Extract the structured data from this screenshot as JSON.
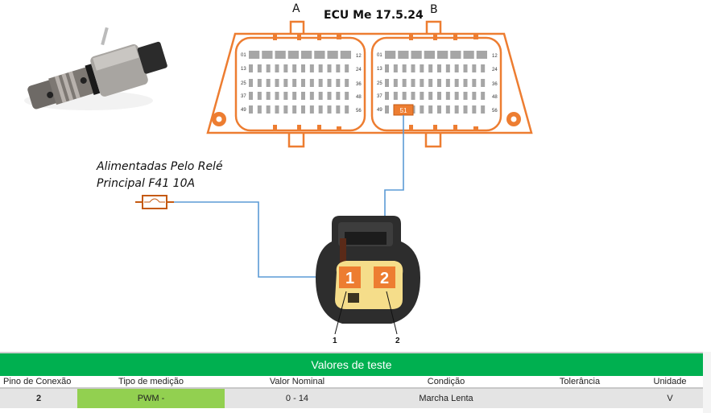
{
  "ecu": {
    "title": "ECU Me 17.5.24",
    "connector_a_label": "A",
    "connector_b_label": "B",
    "row_labels_left": [
      "01",
      "13",
      "25",
      "37",
      "49"
    ],
    "row_labels_right": [
      "12",
      "24",
      "36",
      "48",
      "56"
    ],
    "highlighted_pin": "51",
    "highlighted_pin_connector": "B",
    "accent_color": "#ed7d31",
    "pin_color": "#a6a6a6"
  },
  "power": {
    "caption_line1": "Alimentadas Pelo Relé",
    "caption_line2": "Principal F41 10A",
    "fuse_icon": "fuse-icon"
  },
  "component": {
    "photo": "vvt-solenoid-valve-photo",
    "connector_photo": "two-pin-connector-photo",
    "pins": [
      {
        "label": "1",
        "leader": "1"
      },
      {
        "label": "2",
        "leader": "2"
      }
    ],
    "wire_color": "#5b9bd5"
  },
  "table": {
    "title": "Valores de teste",
    "columns": [
      "Pino de Conexão",
      "Tipo de medição",
      "Valor Nominal",
      "Condição",
      "Tolerância",
      "Unidade"
    ],
    "rows": [
      [
        "2",
        "PWM -",
        "0 - 14",
        "Marcha Lenta",
        "",
        "V"
      ]
    ],
    "header_color": "#00b050",
    "highlight_color": "#92d050"
  }
}
